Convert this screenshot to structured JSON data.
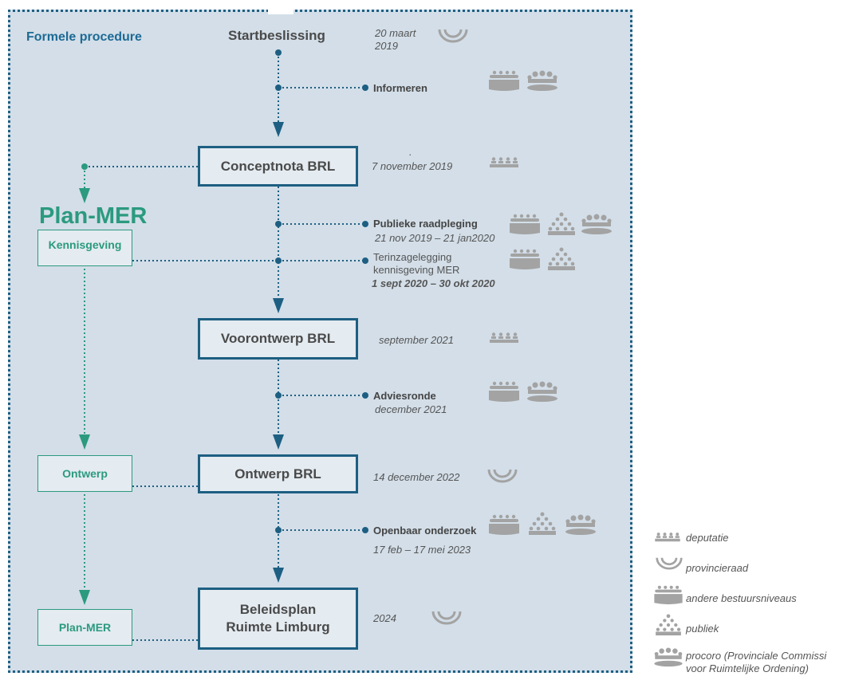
{
  "section_title": "Formele procedure",
  "plan_mer": {
    "title": "Plan-MER",
    "boxes": [
      "Kennisgeving",
      "Ontwerp",
      "Plan-MER"
    ]
  },
  "steps": {
    "startbeslissing": {
      "label": "Startbeslissing",
      "date_l1": "20 maart",
      "date_l2": "2019"
    },
    "conceptnota": {
      "label": "Conceptnota BRL",
      "date": "7 november 2019",
      "mark": "."
    },
    "voorontwerp": {
      "label": "Voorontwerp BRL",
      "date": "september 2021"
    },
    "ontwerp": {
      "label": "Ontwerp BRL",
      "date": "14 december 2022"
    },
    "beleidsplan": {
      "label_l1": "Beleidsplan",
      "label_l2": "Ruimte Limburg",
      "date": "2024"
    }
  },
  "events": {
    "informeren": {
      "label": "Informeren"
    },
    "publieke": {
      "label": "Publieke raadpleging",
      "date": "21 nov 2019 – 21 jan2020"
    },
    "terinzage": {
      "label_l1": "Terinzagelegging",
      "label_l2": "kennisgeving MER",
      "date": "1 sept 2020 – 30 okt 2020"
    },
    "adviesronde": {
      "label": "Adviesronde",
      "date": "december 2021"
    },
    "openbaar": {
      "label": "Openbaar onderzoek",
      "date": "17 feb – 17 mei 2023"
    }
  },
  "legend": [
    {
      "icon": "deputatie-icon",
      "label": "deputatie"
    },
    {
      "icon": "provincieraad-icon",
      "label": "provincieraad"
    },
    {
      "icon": "andere-bestuursniveaus-icon",
      "label": "andere bestuursniveaus"
    },
    {
      "icon": "publiek-icon",
      "label": "publiek"
    },
    {
      "icon": "procoro-icon",
      "label_l1": "procoro (Provinciale Commissi",
      "label_l2": "voor Ruimtelijke Ordening)"
    }
  ],
  "colors": {
    "flow": "#1d5f82",
    "plan_mer": "#2b9a7e",
    "panel": "#d3dee8",
    "icon": "#a3a3a3"
  }
}
